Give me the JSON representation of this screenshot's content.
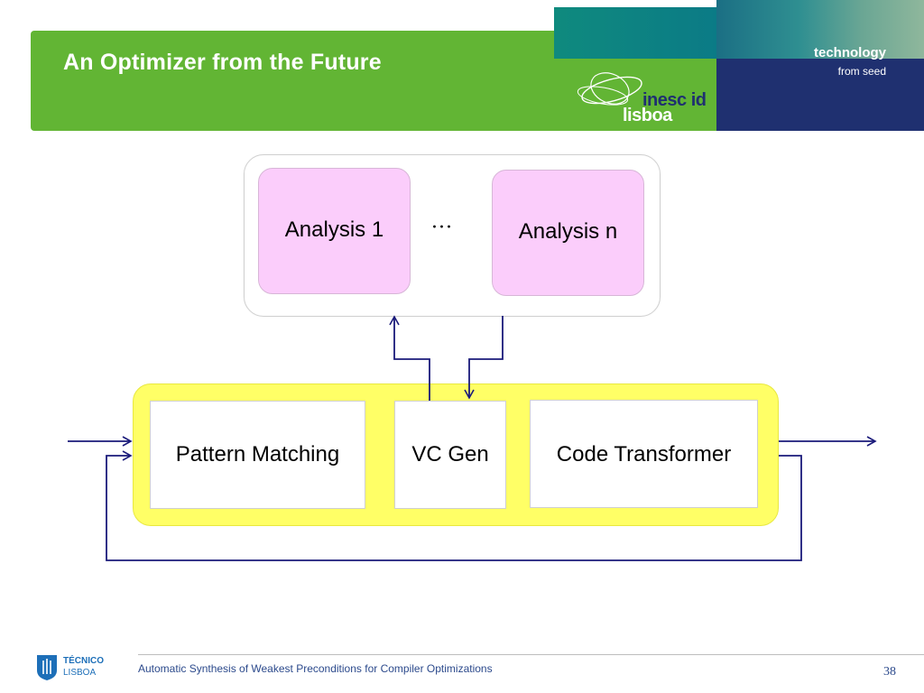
{
  "slide": {
    "title": "An Optimizer from the Future",
    "page_number": "38",
    "footer": "Automatic Synthesis of Weakest Preconditions for Compiler Optimizations"
  },
  "branding": {
    "tagline_main": "technology",
    "tagline_sub": "from seed",
    "logo_line_1": "inesc id",
    "logo_line_2": "lisboa",
    "institution_line_1": "TÉCNICO",
    "institution_line_2": "LISBOA",
    "colors": {
      "header_green": "#62b534",
      "navy": "#1f3070",
      "teal": "#0f8a7e",
      "analysis_pink": "#fbcdfb",
      "pipeline_yellow": "#ffff66",
      "arrow_navy": "#1a1a7a"
    }
  },
  "diagram": {
    "analyses": {
      "first": "Analysis 1",
      "ellipsis": "···",
      "last": "Analysis n"
    },
    "pipeline": {
      "stages": [
        "Pattern Matching",
        "VC Gen",
        "Code Transformer"
      ]
    }
  }
}
